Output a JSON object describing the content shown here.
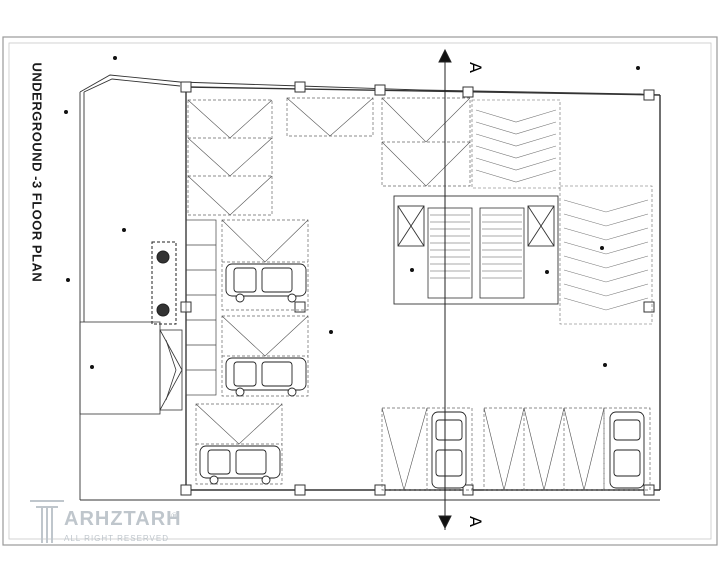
{
  "drawing": {
    "title": "UNDERGROUND -3 FLOOR PLAN",
    "section_mark_top": "A",
    "section_mark_bottom": "A"
  },
  "brand": {
    "name": "ARHZTARH",
    "tagline": "ALL RIGHT RESERVED",
    "registered": "®"
  },
  "colors": {
    "line": "#333333",
    "dashed": "#777777",
    "frame": "#9a9a9a",
    "logo": "#bfc6cc"
  }
}
